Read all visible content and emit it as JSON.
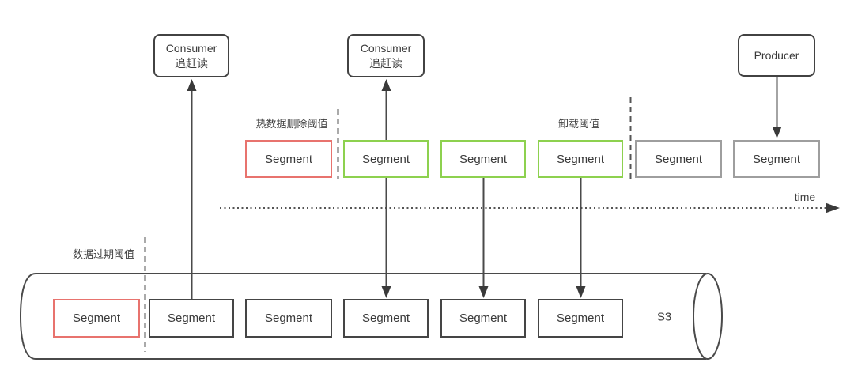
{
  "diagram": {
    "title_hint": "tiered-storage segment offload diagram",
    "consumers": [
      {
        "title": "Consumer",
        "subtitle": "追赶读"
      },
      {
        "title": "Consumer",
        "subtitle": "追赶读"
      }
    ],
    "producer": {
      "label": "Producer"
    },
    "labels": {
      "hot_delete_threshold": "热数据删除阈值",
      "offload_threshold": "卸载阈值",
      "expire_threshold": "数据过期阈值",
      "time": "time",
      "s3": "S3"
    },
    "broker_segments": [
      {
        "label": "Segment",
        "variant": "red"
      },
      {
        "label": "Segment",
        "variant": "green"
      },
      {
        "label": "Segment",
        "variant": "green"
      },
      {
        "label": "Segment",
        "variant": "green"
      },
      {
        "label": "Segment",
        "variant": "gray"
      },
      {
        "label": "Segment",
        "variant": "gray"
      }
    ],
    "s3_segments": [
      {
        "label": "Segment",
        "variant": "red"
      },
      {
        "label": "Segment",
        "variant": "dark"
      },
      {
        "label": "Segment",
        "variant": "dark"
      },
      {
        "label": "Segment",
        "variant": "dark"
      },
      {
        "label": "Segment",
        "variant": "dark"
      },
      {
        "label": "Segment",
        "variant": "dark"
      }
    ],
    "colors": {
      "red_border": "#e8736e",
      "green_border": "#8dd14f",
      "gray_border": "#9e9e9e",
      "dark_border": "#454545",
      "line": "#4a4a4a",
      "text": "#3a3a3a"
    }
  }
}
